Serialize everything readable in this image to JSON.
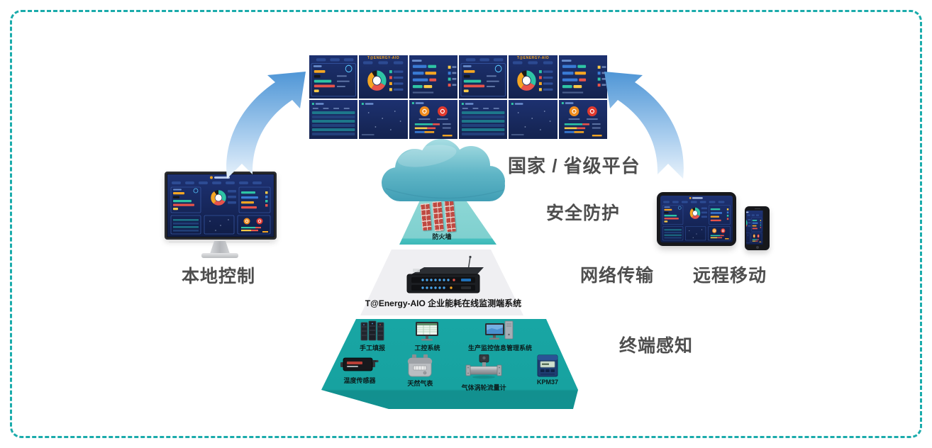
{
  "brand": "T@ENERGY-AIO",
  "labels": {
    "platform": "国家 / 省级平台",
    "security": "安全防护",
    "local_control": "本地控制",
    "network_transmission": "网络传输",
    "remote_mobile": "远程移动",
    "terminal_perception": "终端感知"
  },
  "pyramid": {
    "firewall_label": "防火墙",
    "gateway_label": "T@Energy-AIO 企业能耗在线监测端系统",
    "sources_row1": [
      {
        "label": "手工填报",
        "icon": "server-cabinets-icon"
      },
      {
        "label": "工控系统",
        "icon": "industrial-pc-icon"
      },
      {
        "label": "生产监控信息管理系统",
        "icon": "workstation-icon"
      }
    ],
    "sources_row2": [
      {
        "label": "温度传感器",
        "icon": "temperature-sensor-icon"
      },
      {
        "label": "天然气表",
        "icon": "gas-meter-icon"
      },
      {
        "label": "气体涡轮流量计",
        "icon": "turbine-flowmeter-icon"
      },
      {
        "label": "KPM37",
        "icon": "power-meter-icon"
      }
    ]
  },
  "colors": {
    "border": "#1aabab",
    "tier_top": "#86d4d3",
    "tier_mid": "#efeff2",
    "tier_bottom": "#17a2a0",
    "cloud": "#4fb0c2",
    "arrow": "#4f96d6",
    "text": "#4e4e4e",
    "dashboard_bg": "#16275e",
    "accent_orange": "#f5a623",
    "accent_teal": "#2ec4a5",
    "accent_red": "#e8534a",
    "accent_yellow": "#f7c948",
    "accent_blue": "#3a7bd5",
    "firewall_brick": "#bf4a42"
  }
}
